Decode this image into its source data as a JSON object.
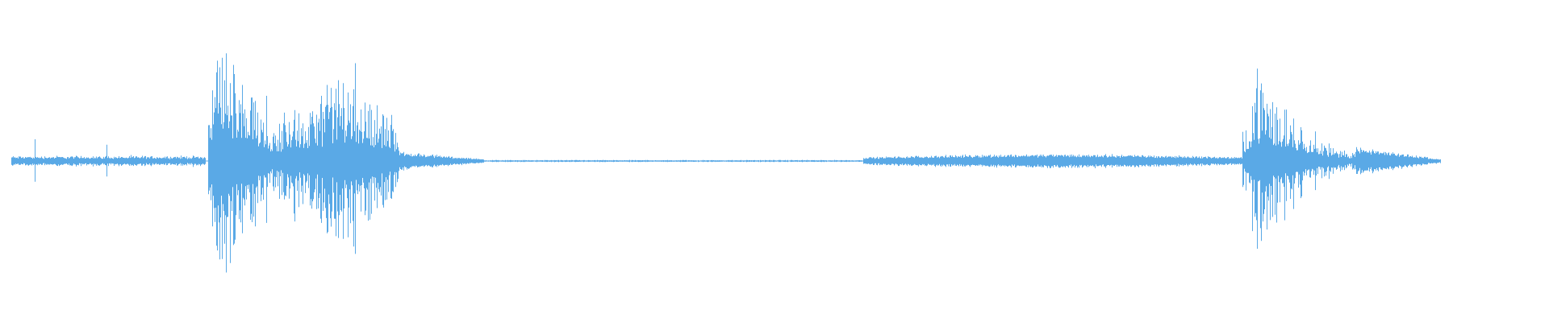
{
  "waveform": {
    "color": "#5aa9e6",
    "background": "#ffffff",
    "segments": [
      {
        "name": "lead-in",
        "level": 0.05
      },
      {
        "name": "burst-1",
        "level": 0.85
      },
      {
        "name": "burst-2",
        "level": 0.75
      },
      {
        "name": "tail",
        "level": 0.08
      },
      {
        "name": "silence",
        "level": 0.01
      },
      {
        "name": "hum",
        "level": 0.06
      },
      {
        "name": "burst-3",
        "level": 0.7
      },
      {
        "name": "fade-out",
        "level": 0.12
      }
    ]
  }
}
